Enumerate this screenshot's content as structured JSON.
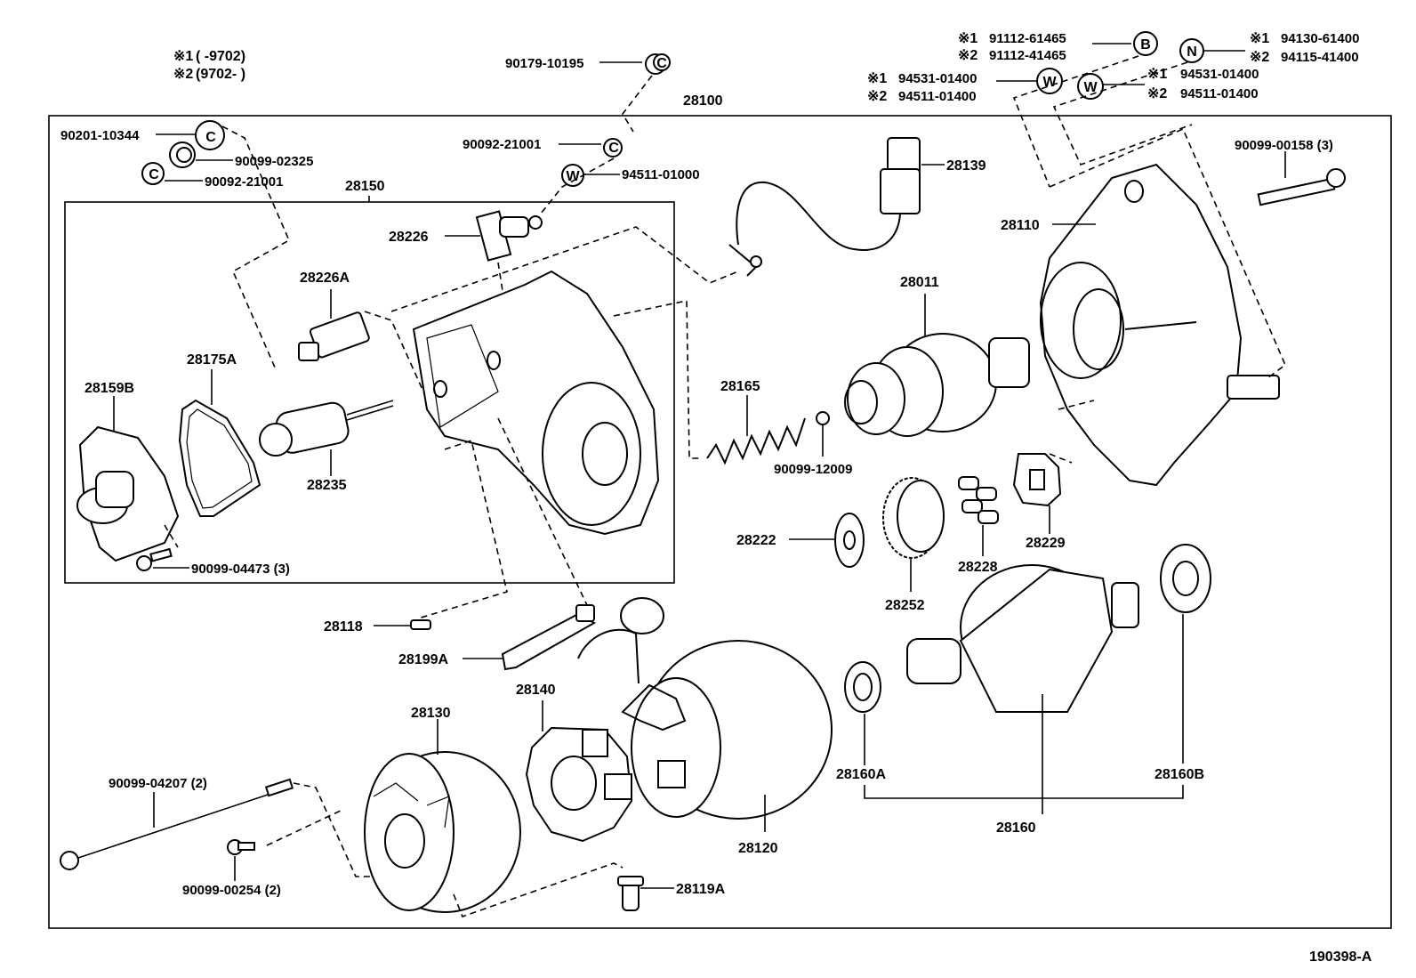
{
  "legend": {
    "line1_mark": "※1",
    "line1_text": "(         -9702)",
    "line2_mark": "※2",
    "line2_text": "(9702-         )"
  },
  "diagram_id": "190398-A",
  "groups": {
    "g28100": "28100",
    "g28150": "28150",
    "g28160": "28160"
  },
  "circle_letters": {
    "C": "C",
    "W": "W",
    "B": "B",
    "N": "N"
  },
  "labels": {
    "p90179_10195": "90179-10195",
    "p90092_21001_top": "90092-21001",
    "p94511_01000": "94511-01000",
    "p90201_10344": "90201-10344",
    "p90099_02325": "90099-02325",
    "p90092_21001_left": "90092-21001",
    "p28226": "28226",
    "p28226A": "28226A",
    "p28175A": "28175A",
    "p28159B": "28159B",
    "p28235": "28235",
    "p90099_04473": "90099-04473 (3)",
    "p28118": "28118",
    "p28199A": "28199A",
    "p28139": "28139",
    "p28165": "28165",
    "p90099_12009": "90099-12009",
    "p28011": "28011",
    "p28110": "28110",
    "p90099_00158": "90099-00158 (3)",
    "p28222": "28222",
    "p28252": "28252",
    "p28228": "28228",
    "p28229": "28229",
    "p28140": "28140",
    "p28130": "28130",
    "p28120": "28120",
    "p28160A": "28160A",
    "p28160B": "28160B",
    "p90099_04207": "90099-04207 (2)",
    "p90099_00254": "90099-00254 (2)",
    "p28119A": "28119A"
  },
  "top_right": {
    "b_mark1": "※1",
    "b_num1": "91112-61465",
    "b_mark2": "※2",
    "b_num2": "91112-41465",
    "n_mark1": "※1",
    "n_num1": "94130-61400",
    "n_mark2": "※2",
    "n_num2": "94115-41400",
    "wl_mark1": "※1",
    "wl_num1": "94531-01400",
    "wl_mark2": "※2",
    "wl_num2": "94511-01400",
    "wr_mark1": "※1",
    "wr_num1": "94531-01400",
    "wr_mark2": "※2",
    "wr_num2": "94511-01400"
  }
}
